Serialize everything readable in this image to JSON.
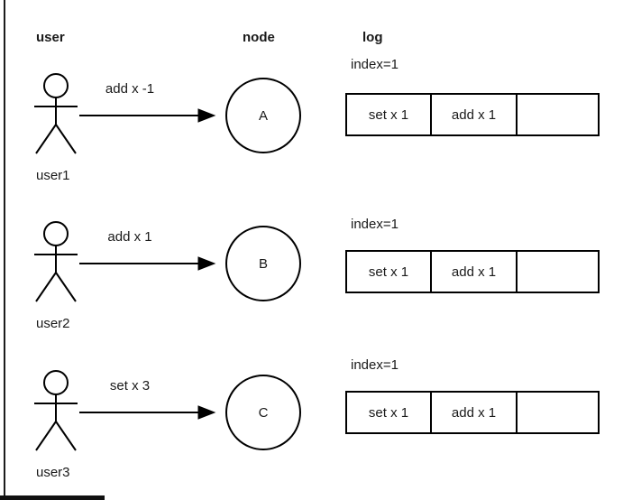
{
  "colors": {
    "background": "#ffffff",
    "stroke": "#000000",
    "text": "#1a1a1a"
  },
  "headers": {
    "user": "user",
    "node": "node",
    "log": "log"
  },
  "rows": [
    {
      "user_label": "user1",
      "message": "add x -1",
      "node": "A",
      "log": {
        "index_label": "index=1",
        "cells": [
          "set x 1",
          "add x 1",
          ""
        ]
      }
    },
    {
      "user_label": "user2",
      "message": "add x 1",
      "node": "B",
      "log": {
        "index_label": "index=1",
        "cells": [
          "set x 1",
          "add x 1",
          ""
        ]
      }
    },
    {
      "user_label": "user3",
      "message": "set x 3",
      "node": "C",
      "log": {
        "index_label": "index=1",
        "cells": [
          "set x 1",
          "add x 1",
          ""
        ]
      }
    }
  ]
}
